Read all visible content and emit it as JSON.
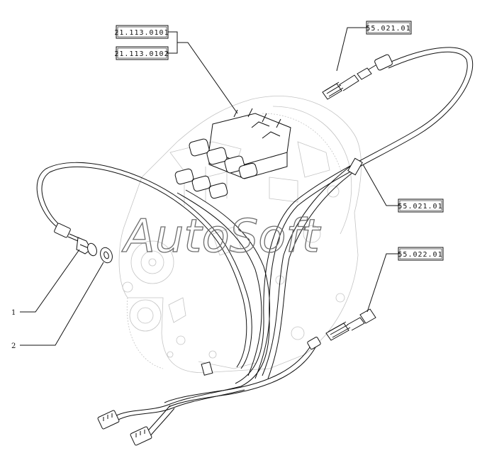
{
  "ref_labels": {
    "upper_a": "21.113.0101",
    "upper_b": "21.113.0102",
    "top_right": "55.021.01",
    "mid_right": "55.021.01",
    "lower_right": "55.022.01"
  },
  "callouts": {
    "item_1": "1",
    "item_2": "2"
  },
  "watermark": "AutoSoft"
}
